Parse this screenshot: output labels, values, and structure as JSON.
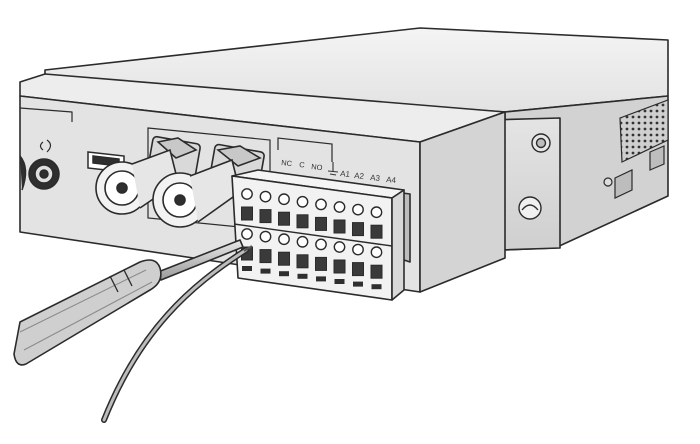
{
  "terminal_labels": {
    "nc": "NC",
    "c": "C",
    "no": "NO",
    "a1": "A1",
    "a2": "A2",
    "a3": "A3",
    "a4": "A4"
  },
  "icons": {
    "ground": "ground-icon",
    "usb": "usb-port-icon",
    "audio": "audio-jack-icon",
    "screwdriver": "screwdriver-icon"
  },
  "colors": {
    "line": "#2b2b2b",
    "metal_light": "#eeeeee",
    "metal_mid": "#d6d6d6",
    "metal_dark": "#b8b8b8",
    "block": "#f2f2f2"
  }
}
